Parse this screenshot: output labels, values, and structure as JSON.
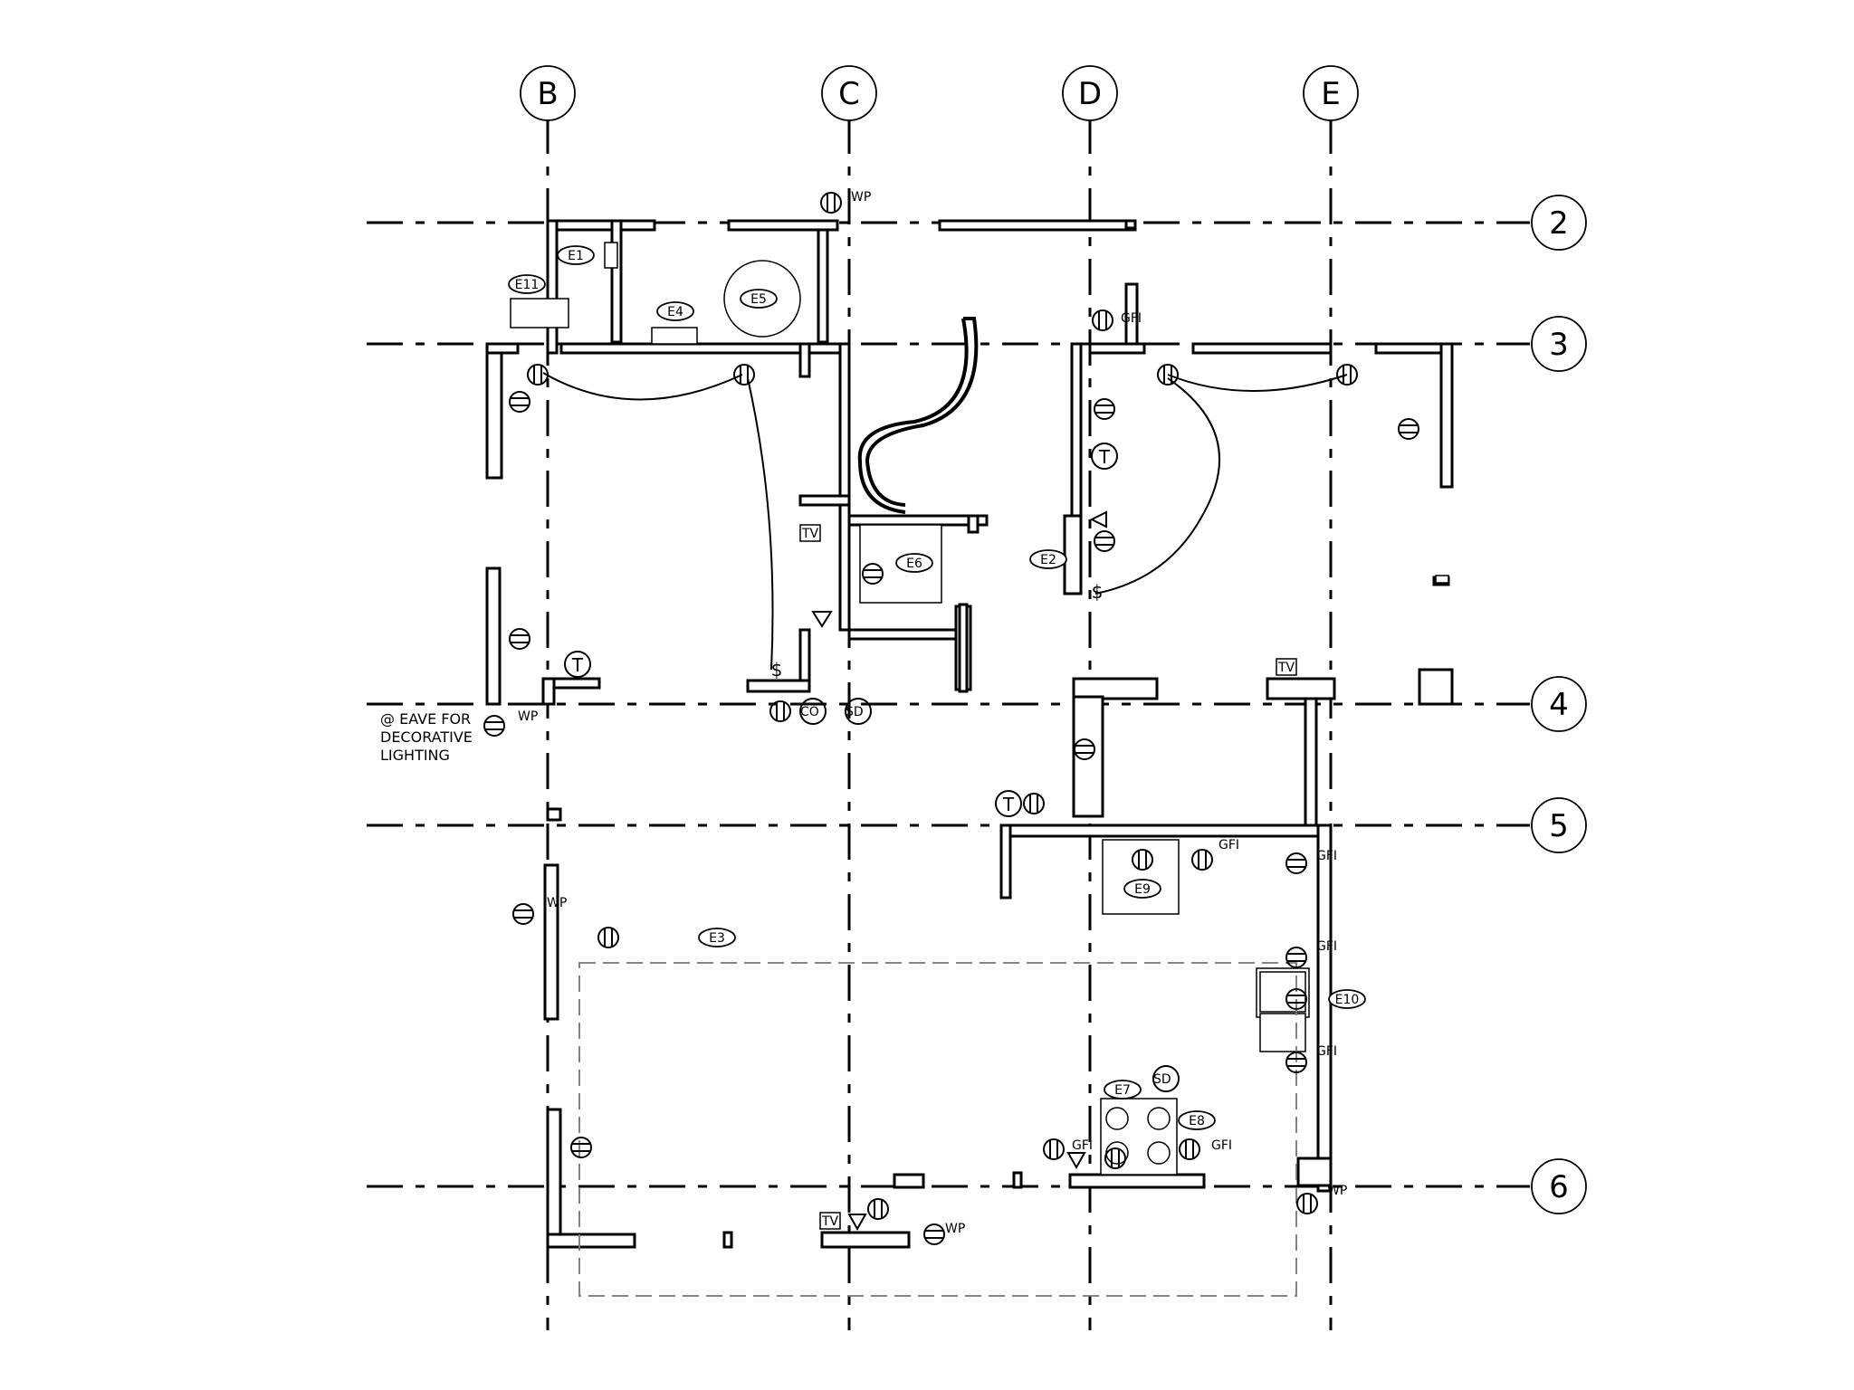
{
  "grid": {
    "columns": [
      "B",
      "C",
      "D",
      "E"
    ],
    "rows": [
      "2",
      "3",
      "4",
      "5",
      "6"
    ]
  },
  "equipment_tags": [
    "E1",
    "E11",
    "E4",
    "E5",
    "E6",
    "E2",
    "E3",
    "E9",
    "E10",
    "E7",
    "E8"
  ],
  "device_labels": {
    "wp": "WP",
    "gfi": "GFI",
    "tv": "TV",
    "thermostat": "T",
    "switch": "$",
    "co": "CO",
    "smoke": "SD"
  },
  "note": [
    "@ EAVE FOR",
    "DECORATIVE",
    "LIGHTING"
  ]
}
